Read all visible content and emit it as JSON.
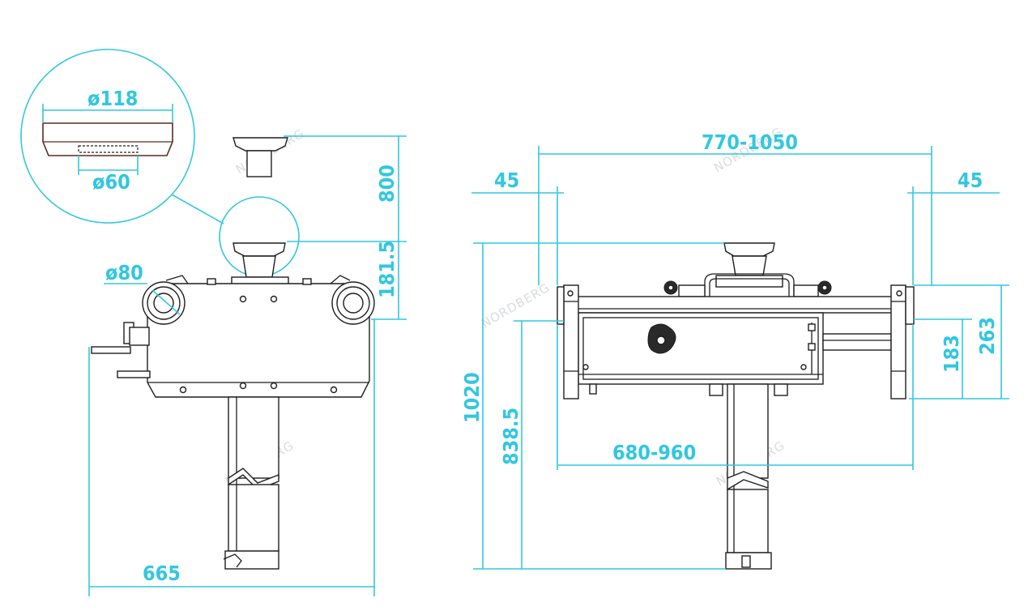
{
  "dimensions": {
    "detail_diameter_outer": "ø118",
    "detail_diameter_inner": "ø60",
    "roller_diameter": "ø80",
    "saddle_travel": "800",
    "saddle_height": "181.5",
    "base_width": "665",
    "overall_width": "770-1050",
    "left_offset": "45",
    "right_offset": "45",
    "inner_width": "680-960",
    "total_height": "1020",
    "frame_height": "838.5",
    "body_height_small": "183",
    "body_height_large": "263"
  },
  "watermark": "NORDBERG",
  "colors": {
    "dimension": "#32c7e0",
    "outline": "#1e1e1e",
    "background": "#ffffff",
    "watermark": "#d9dcdf"
  }
}
